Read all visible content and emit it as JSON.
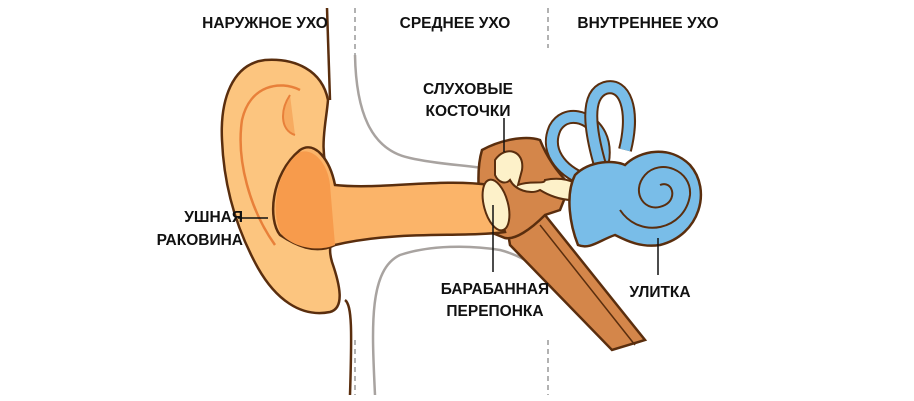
{
  "sections": {
    "outer": "НАРУЖНОЕ УХО",
    "middle": "СРЕДНЕЕ УХО",
    "inner": "ВНУТРЕННЕЕ УХО"
  },
  "labels": {
    "auricle": [
      "УШНАЯ",
      "РАКОВИНА"
    ],
    "ossicles": [
      "СЛУХОВЫЕ",
      "КОСТОЧКИ"
    ],
    "eardrum": [
      "БАРАБАННАЯ",
      "ПЕРЕПОНКА"
    ],
    "cochlea": "УЛИТКА"
  },
  "colors": {
    "outline": "#5a2e0e",
    "ear_light": "#fcc57f",
    "ear_dark": "#f79b4c",
    "middle_brown": "#d4864a",
    "ossicle": "#fdf1c9",
    "inner_blue": "#79bde8",
    "skull_line": "#a8a3a0"
  }
}
